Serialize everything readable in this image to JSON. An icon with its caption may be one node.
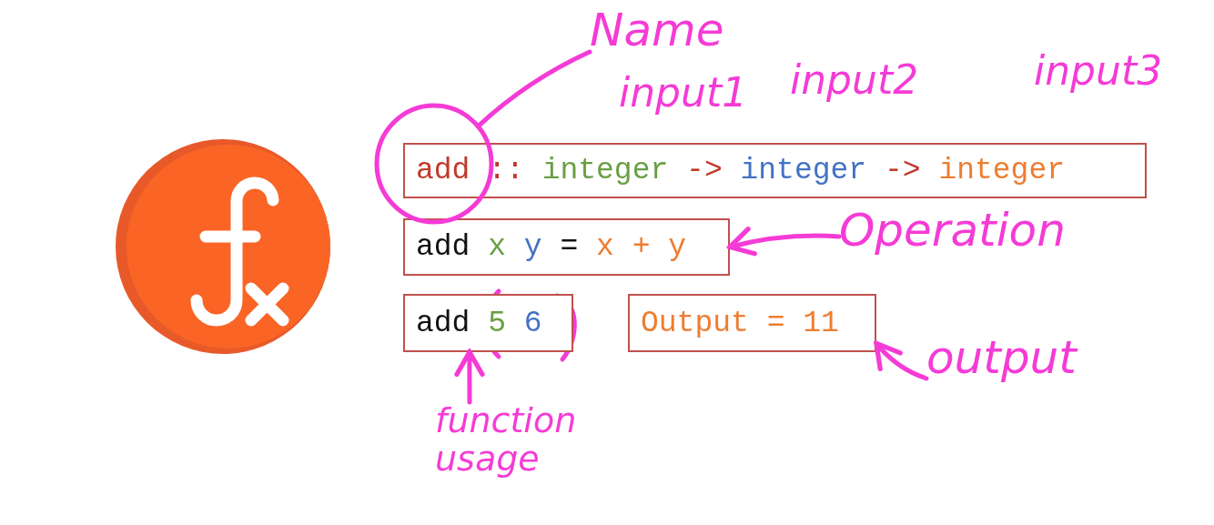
{
  "diagram": {
    "nodes": [
      {
        "text": [
          "add :: integer -> integer -> integer"
        ]
      },
      {
        "text": [
          "add x y = x + y"
        ]
      },
      {
        "text": [
          "add 5 6"
        ]
      },
      {
        "text": [
          "Output = 11"
        ]
      },
      {
        "text": [
          "Name"
        ]
      },
      {
        "text": [],
        "shape": "circle"
      },
      {
        "text": [
          "Operation"
        ]
      },
      {
        "text": [
          "function usage"
        ]
      },
      {
        "text": [
          "output"
        ]
      }
    ],
    "edges": [
      {
        "from": 4,
        "to": 5,
        "arrow": "none"
      },
      {
        "from": 6,
        "to": 1,
        "arrow": "to"
      },
      {
        "from": 7,
        "to": 2,
        "arrow": "to"
      },
      {
        "from": 8,
        "to": 3,
        "arrow": "to"
      }
    ],
    "labels": [
      "input1",
      "input2",
      "input3"
    ]
  }
}
